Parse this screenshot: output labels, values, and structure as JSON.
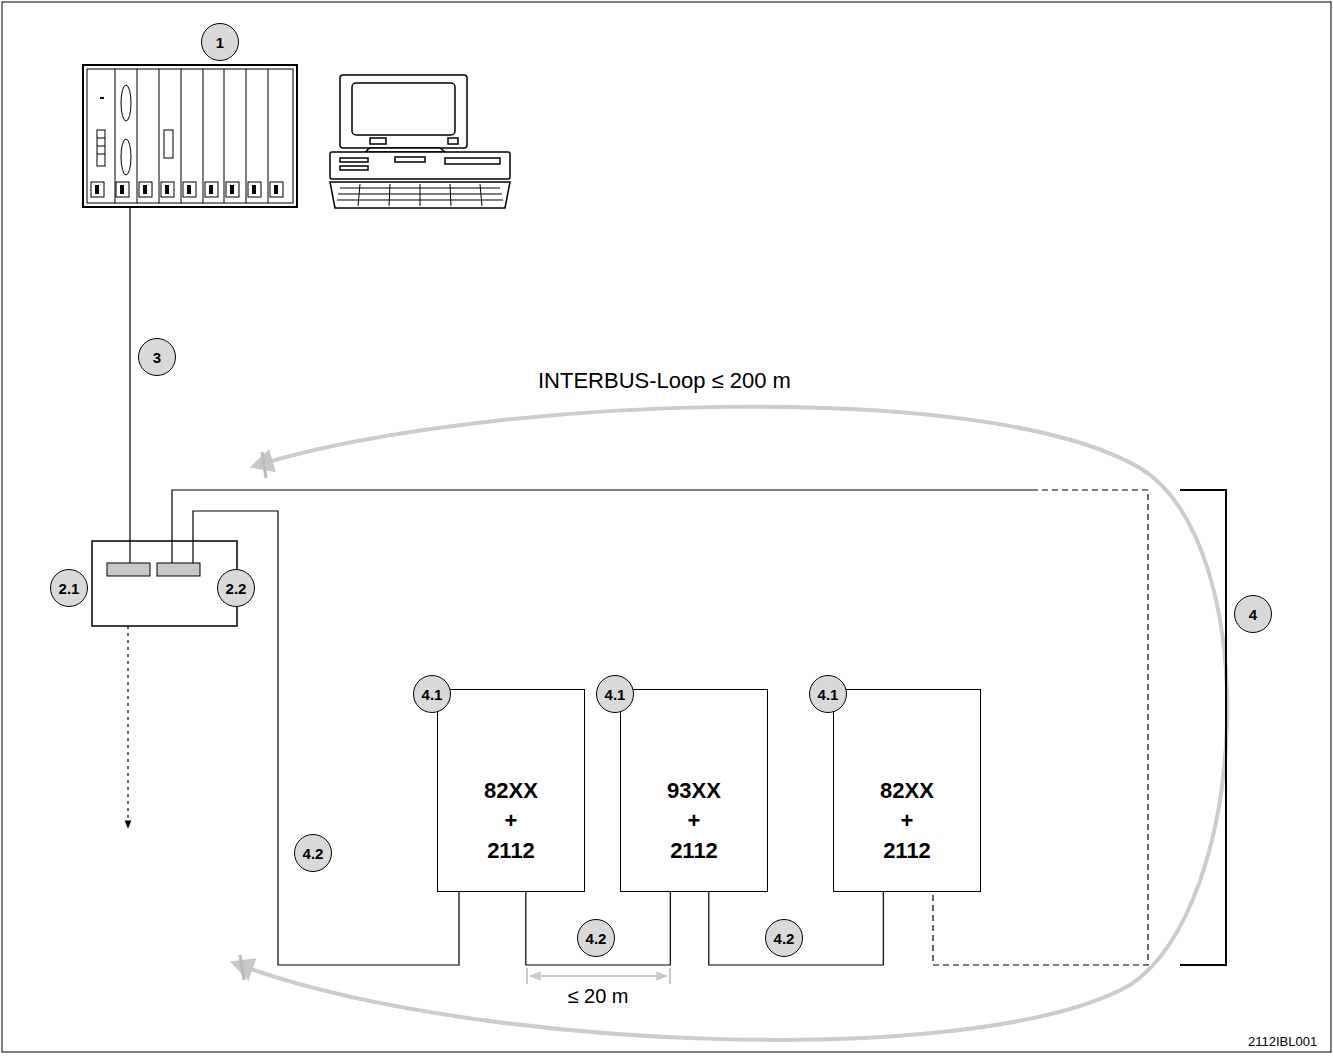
{
  "diagram": {
    "nodes": [
      {
        "text": [
          "82XX + 2112"
        ]
      },
      {
        "text": [
          "93XX + 2112"
        ]
      },
      {
        "text": [
          "82XX + 2112"
        ]
      }
    ],
    "edges": [
      {
        "from": 0,
        "to": 1,
        "arrow": "none"
      },
      {
        "from": 1,
        "to": 2,
        "arrow": "none"
      }
    ],
    "labels": [
      "1",
      "3",
      "INTERBUS-Loop ≤ 200 m",
      "2.1",
      "2.2",
      "4",
      "4.1",
      "4.1",
      "4.1",
      "4.2",
      "4.2",
      "4.2",
      "≤ 20 m",
      "2112IBL001"
    ]
  }
}
